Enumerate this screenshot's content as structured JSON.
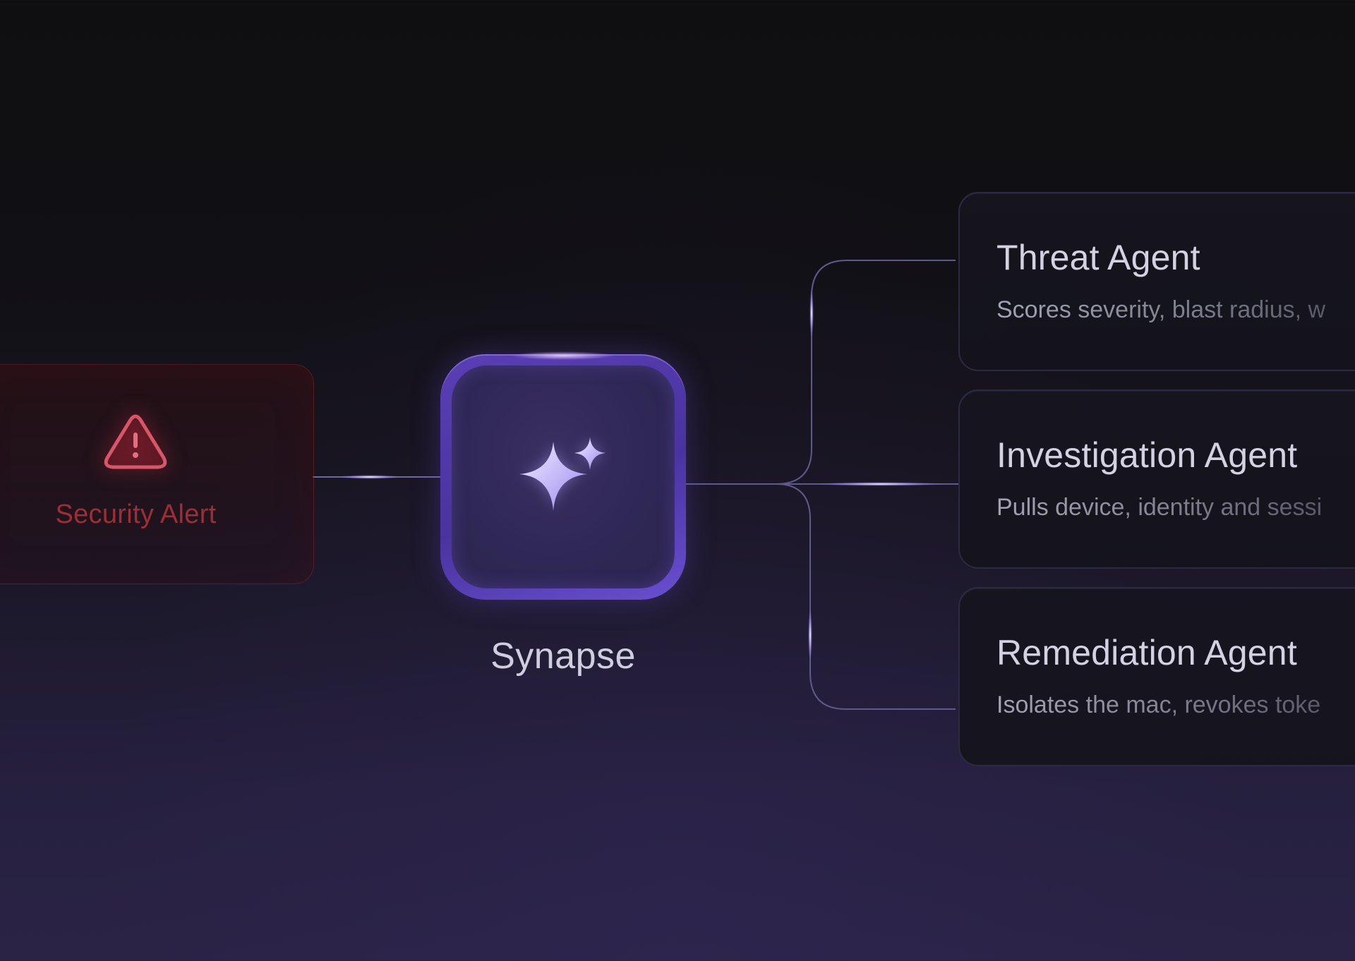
{
  "alert": {
    "label": "Security Alert",
    "icon": "warning-triangle-icon",
    "color": "#9b2f35"
  },
  "hub": {
    "label": "Synapse",
    "icon": "sparkle-icon",
    "accent": "#5a3fb5"
  },
  "agents": [
    {
      "title": "Threat Agent",
      "description": "Scores severity, blast radius, w"
    },
    {
      "title": "Investigation Agent",
      "description": "Pulls device, identity and sessi"
    },
    {
      "title": "Remediation Agent",
      "description": "Isolates the mac, revokes toke"
    }
  ]
}
